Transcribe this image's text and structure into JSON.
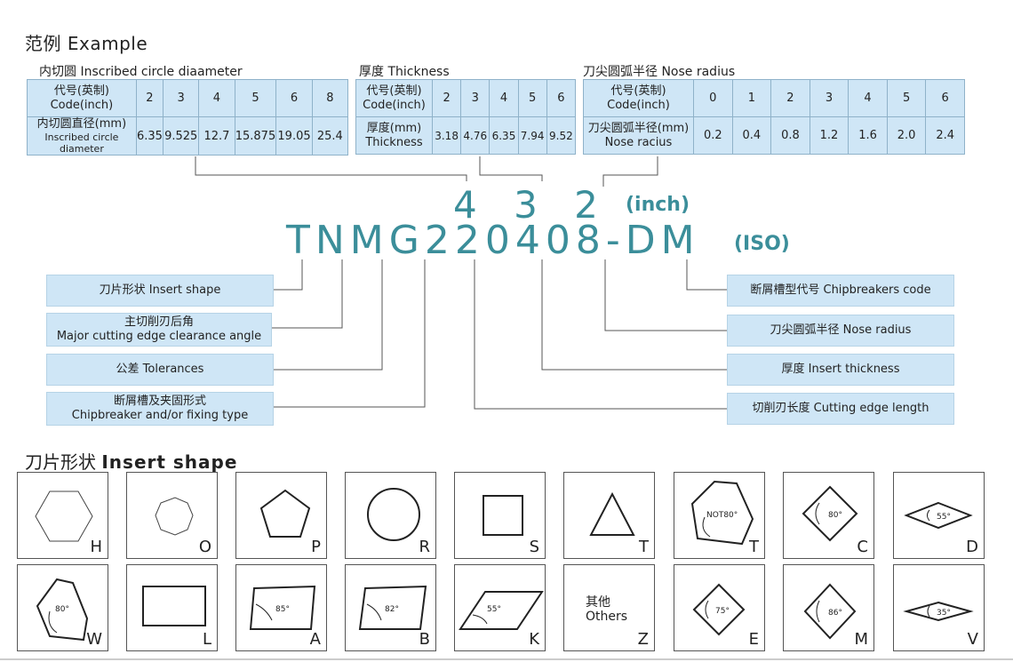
{
  "example_title": "范例  Example",
  "inscribed": {
    "caption": "内切圆 Inscribed circle diaameter",
    "code_label_cn": "代号(英制)",
    "code_label_en": "Code(inch)",
    "value_label_cn": "内切圆直径(mm)",
    "value_label_en": "Inscribed circle diameter",
    "codes": [
      "2",
      "3",
      "4",
      "5",
      "6",
      "8"
    ],
    "values": [
      "6.35",
      "9.525",
      "12.7",
      "15.875",
      "19.05",
      "25.4"
    ]
  },
  "thickness": {
    "caption": "厚度 Thickness",
    "code_label_cn": "代号(英制)",
    "code_label_en": "Code(inch)",
    "value_label_cn": "厚度(mm)",
    "value_label_en": "Thickness",
    "codes": [
      "2",
      "3",
      "4",
      "5",
      "6"
    ],
    "values": [
      "3.18",
      "4.76",
      "6.35",
      "7.94",
      "9.52"
    ]
  },
  "nose": {
    "caption": "刀尖圆弧半径 Nose radius",
    "code_label_cn": "代号(英制)",
    "code_label_en": "Code(inch)",
    "value_label_cn": "刀尖圆弧半径(mm)",
    "value_label_en": "Nose racius",
    "codes": [
      "0",
      "1",
      "2",
      "3",
      "4",
      "5",
      "6"
    ],
    "values": [
      "0.2",
      "0.4",
      "0.8",
      "1.2",
      "1.6",
      "2.0",
      "2.4"
    ]
  },
  "code": {
    "inch_digits": "4 3 2",
    "inch_unit": "(inch)",
    "iso_code": "TNMG220408-DM",
    "iso_unit": "(ISO)"
  },
  "left_labels": [
    {
      "cn": "刀片形状  Insert shape",
      "en": ""
    },
    {
      "cn": "主切削刃后角",
      "en": "Major cutting edge clearance angle"
    },
    {
      "cn": "公差  Tolerances",
      "en": ""
    },
    {
      "cn": "断屑槽及夹固形式",
      "en": "Chipbreaker and/or fixing type"
    }
  ],
  "right_labels": [
    {
      "text": "断屑槽型代号  Chipbreakers code"
    },
    {
      "text": "刀尖圆弧半径  Nose radius"
    },
    {
      "text": "厚度  Insert thickness"
    },
    {
      "text": "切削刃长度  Cutting edge length"
    }
  ],
  "shape_section": {
    "title_cn": "刀片形状",
    "title_en": "Insert shape"
  },
  "shapes": [
    {
      "letter": "H",
      "icon": "hexagon-icon"
    },
    {
      "letter": "O",
      "icon": "octagon-icon"
    },
    {
      "letter": "P",
      "icon": "pentagon-icon"
    },
    {
      "letter": "R",
      "icon": "round-icon"
    },
    {
      "letter": "S",
      "icon": "square-icon"
    },
    {
      "letter": "T",
      "icon": "triangle-icon"
    },
    {
      "letter": "T",
      "icon": "irregular-hexagon-icon",
      "angle": "NOT80°"
    },
    {
      "letter": "C",
      "icon": "rhombus-80-icon",
      "angle": "80°"
    },
    {
      "letter": "D",
      "icon": "rhombus-55-icon",
      "angle": "55°"
    },
    {
      "letter": "W",
      "icon": "trigon-80-icon",
      "angle": "80°"
    },
    {
      "letter": "L",
      "icon": "rectangle-icon"
    },
    {
      "letter": "A",
      "icon": "parallelogram-85-icon",
      "angle": "85°"
    },
    {
      "letter": "B",
      "icon": "parallelogram-82-icon",
      "angle": "82°"
    },
    {
      "letter": "K",
      "icon": "parallelogram-55-icon",
      "angle": "55°"
    },
    {
      "letter": "Z",
      "icon": "others-icon",
      "others_cn": "其他",
      "others_en": "Others"
    },
    {
      "letter": "E",
      "icon": "rhombus-75-icon",
      "angle": "75°"
    },
    {
      "letter": "M",
      "icon": "rhombus-86-icon",
      "angle": "86°"
    },
    {
      "letter": "V",
      "icon": "rhombus-35-icon",
      "angle": "35°"
    }
  ]
}
